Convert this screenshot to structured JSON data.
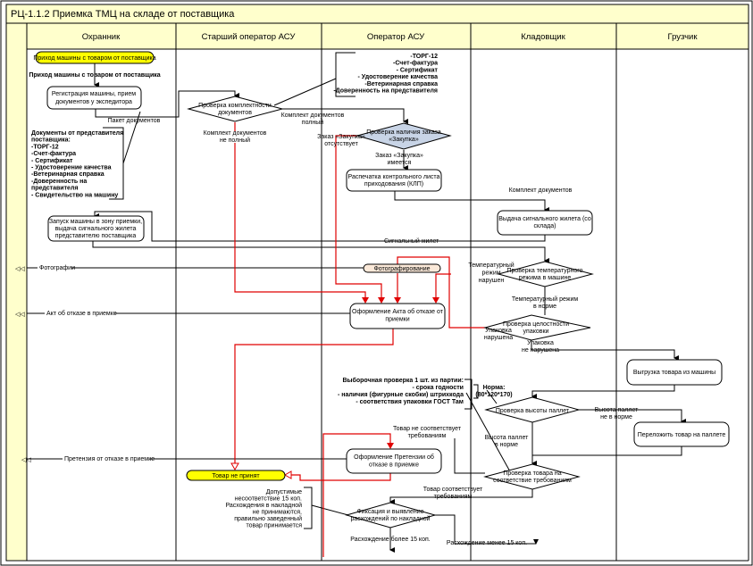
{
  "title": "РЦ-1.1.2 Приемка ТМЦ на складе от поставщика",
  "colors": {
    "header_bg": "#ffffcc",
    "terminator": "#ffff00",
    "decision_highlight": "#c8d4e6",
    "photo_pill": "#fbe9d9",
    "reject_flow": "#e00000"
  },
  "lanes": [
    "Охранник",
    "Старший оператор АСУ",
    "Оператор АСУ",
    "Кладовщик",
    "Грузчик"
  ],
  "start": "Приход машины с товаром от поставщика",
  "start_flow": "Приход машины с товаром от поставщика",
  "reg": [
    "Регистрация машины, прием",
    "документов у экспедитора"
  ],
  "pack": "Пакет документов",
  "docs_note": [
    "Документы от представителя",
    "поставщика:",
    "-ТОРГ-12",
    "-Счет-фактура",
    "- Сертификат",
    "- Удостоверение качества",
    "-Ветеринарная справка",
    "-Доверенность на",
    "представителя",
    "- Свидетельство на машину"
  ],
  "check_docs": [
    "Проверка комплектности",
    "документов"
  ],
  "docs_full": [
    "Комплект документов",
    "полный"
  ],
  "docs_incomplete": [
    "Комплект документов",
    "не полный"
  ],
  "op_note": [
    "-ТОРГ-12",
    "-Счет-фактура",
    "- Сертификат",
    "- Удостоверение качества",
    "-Ветеринарная справка",
    "-Доверенность на представителя"
  ],
  "check_order": [
    "Проверка наличия заказа",
    "«Закупка»"
  ],
  "order_absent": [
    "Заказ «Закупка»",
    "отсутствует"
  ],
  "order_present": [
    "Заказ «Закупка»",
    "имеется"
  ],
  "print_klp": [
    "Распечатка контрольного листа",
    "приходования (КЛП)"
  ],
  "docs_set": "Комплект документов",
  "vest_issue": [
    "Выдача сигнального жилета (со",
    "склада)"
  ],
  "vest": "Сигнальный жилет",
  "launch": [
    "Запуск машины в зону приемки,",
    "выдача сигнального жилета",
    "представителю поставщика"
  ],
  "photos": "Фотографии",
  "photographing": "Фотографирование",
  "temp_bad": [
    "Температурный",
    "режим",
    "нарушен"
  ],
  "check_temp": [
    "Проверка температурного",
    "режима в машине"
  ],
  "temp_ok": [
    "Температурный режим",
    "в норме"
  ],
  "act": [
    "Оформление Акта об отказе от",
    "приемки"
  ],
  "act_out": "Акт об отказе в приемке",
  "check_pack": [
    "Проверка целостности",
    "упаковки"
  ],
  "pack_bad": [
    "Упаковка",
    "нарушена"
  ],
  "pack_ok": [
    "Упаковка",
    "не нарушена"
  ],
  "unload": "Выгрузка товара из машины",
  "sample_note": [
    "Выборочная проверка 1 шт. из партии:",
    "- срока годности",
    "- наличия (фигурные скобки) штрихкода",
    "- соответствия упаковки ГОСТ Там"
  ],
  "norm_note": [
    "Норма:",
    "(80*120*170)"
  ],
  "check_height": "Проверка высоты паллет",
  "height_bad": [
    "Высота паллет",
    "не в норме"
  ],
  "restack": "Переложить товар на паллете",
  "height_ok": [
    "Высота паллет",
    "в норме"
  ],
  "check_req": [
    "Проверка товара на",
    "соответствие требованиям"
  ],
  "req_bad": [
    "Товар не соответствует",
    "требованиям"
  ],
  "claim": [
    "Оформление Претензии об",
    "отказе в приемке"
  ],
  "claim_out": "Претензия от отказе в приемке",
  "rejected": "Товар не принят",
  "req_ok": [
    "Товар соответствует",
    "требованиям"
  ],
  "tol_note": [
    "Допустимые",
    "несоответствие 15 коп.",
    "Расхождения в накладной",
    "не принимаются,",
    "правильно заведенный",
    "товар принимается"
  ],
  "fix_diff": [
    "Фиксация и выявление",
    "расхождений по накладной"
  ],
  "diff_more": "Расхождение более 15 коп.",
  "diff_less": "Расхождение менее 15 коп."
}
